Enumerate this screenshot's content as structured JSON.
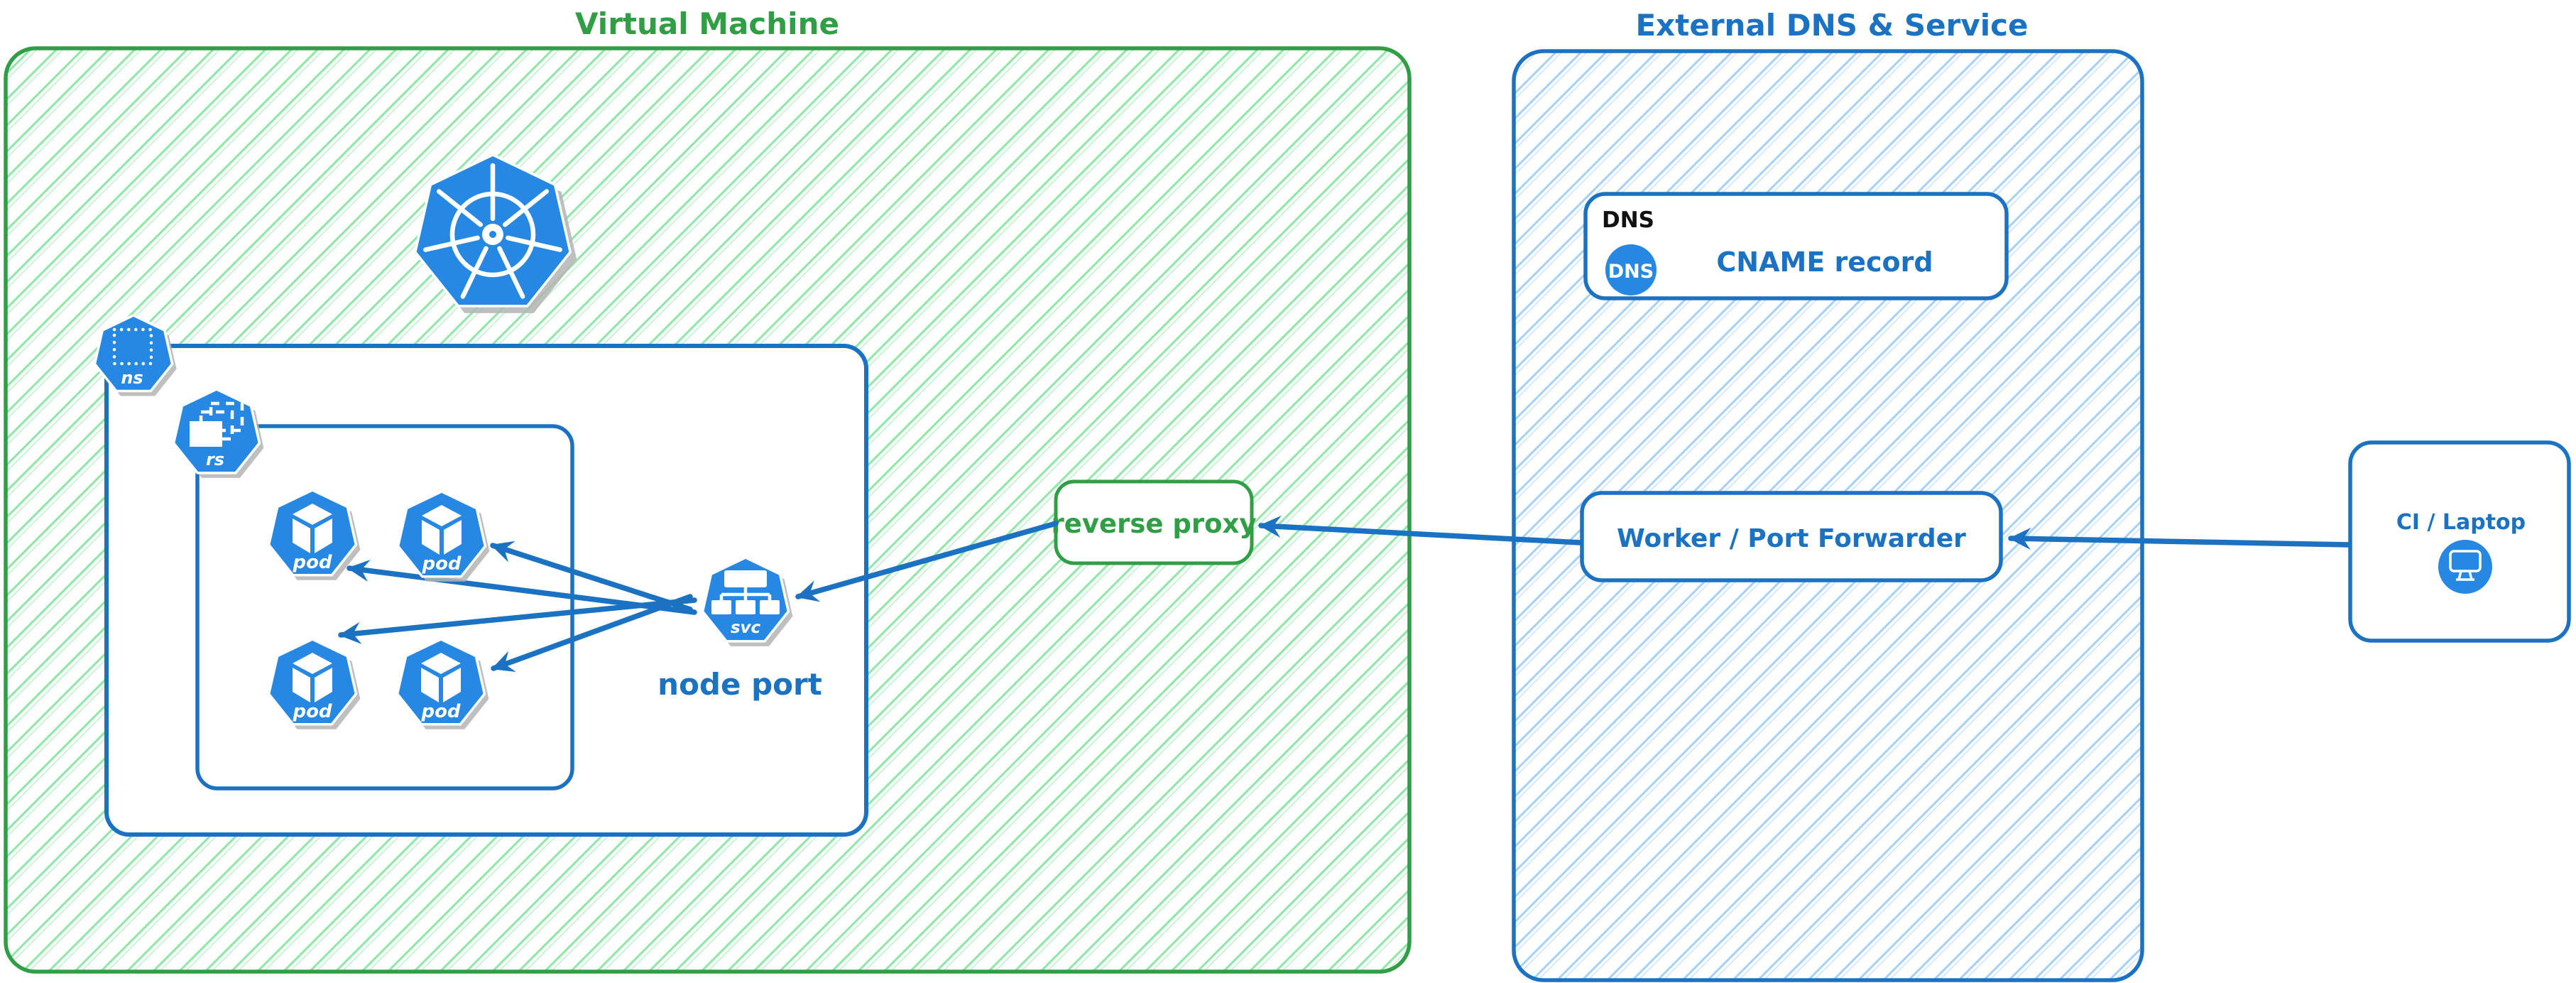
{
  "colors": {
    "green": "#2f9e44",
    "green_hatch": "#7ee39b",
    "blue": "#1b72c3",
    "blue_hatch": "#9bccf5",
    "icon_blue": "#2788e3",
    "shadow_gray": "#b4b4b4",
    "ink": "#111111",
    "white": "#ffffff"
  },
  "vm": {
    "title": "Virtual Machine",
    "namespace": {
      "icon_label": "ns"
    },
    "replicaset": {
      "icon_label": "rs"
    },
    "pods": {
      "labels": [
        "pod",
        "pod",
        "pod",
        "pod"
      ]
    },
    "service": {
      "icon_label": "svc",
      "caption": "node port"
    },
    "reverse_proxy_label": "reverse proxy"
  },
  "external": {
    "title": "External DNS & Service",
    "dns": {
      "tag": "DNS",
      "badge": "DNS",
      "label": "CNAME record"
    },
    "worker_label": "Worker / Port Forwarder"
  },
  "client": {
    "label": "CI / Laptop"
  },
  "icons": {
    "kubernetes": "kubernetes-wheel-heptagon",
    "namespace": "dotted-square",
    "replicaset": "stacked-dashed-squares",
    "pod": "cube",
    "service": "hierarchy-tree",
    "dns_badge": "dns-circle",
    "client_device": "desktop-monitor"
  },
  "edges": [
    {
      "from": "ci-laptop",
      "to": "worker-port-forwarder"
    },
    {
      "from": "worker-port-forwarder",
      "to": "reverse-proxy"
    },
    {
      "from": "reverse-proxy",
      "to": "node-port-service"
    },
    {
      "from": "node-port-service",
      "to": "pod-1"
    },
    {
      "from": "node-port-service",
      "to": "pod-2"
    },
    {
      "from": "node-port-service",
      "to": "pod-3"
    },
    {
      "from": "node-port-service",
      "to": "pod-4"
    }
  ]
}
